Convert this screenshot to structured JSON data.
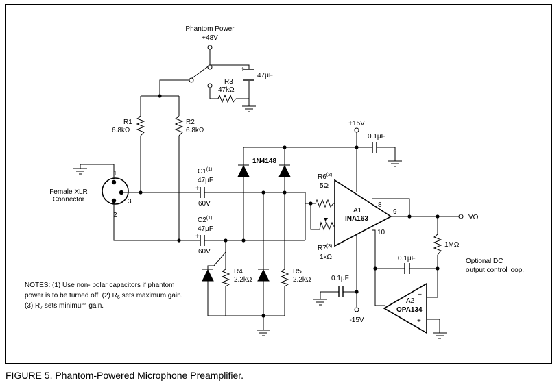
{
  "caption": "FIGURE 5. Phantom-Powered Microphone Preamplifier.",
  "phantom": {
    "title": "Phantom Power",
    "voltage": "+48V"
  },
  "r3": {
    "designator": "R3",
    "value": "47kΩ"
  },
  "c_phantom": {
    "value": "47μF",
    "polarity": "+"
  },
  "r1": {
    "designator": "R1",
    "value": "6.8kΩ"
  },
  "r2": {
    "designator": "R2",
    "value": "6.8kΩ"
  },
  "vpos": {
    "label": "+15V"
  },
  "vneg": {
    "label": "-15V"
  },
  "c_top": {
    "value": "0.1μF"
  },
  "c_neg": {
    "value": "0.1μF"
  },
  "c_fb": {
    "value": "0.1μF"
  },
  "diode_label": "1N4148",
  "xlr": {
    "line1": "Female XLR",
    "line2": "Connector",
    "pin1": "1",
    "pin2": "2",
    "pin3": "3"
  },
  "c1": {
    "designator": "C1",
    "note": "(1)",
    "value": "47μF",
    "voltage": "60V",
    "polarity": "+"
  },
  "c2": {
    "designator": "C2",
    "note": "(1)",
    "value": "47μF",
    "voltage": "60V",
    "polarity": "+"
  },
  "r6": {
    "designator": "R6",
    "note": "(2)",
    "value": "5Ω"
  },
  "r7": {
    "designator": "R7",
    "note": "(3)",
    "value": "1kΩ"
  },
  "r4": {
    "designator": "R4",
    "value": "2.2kΩ"
  },
  "r5": {
    "designator": "R5",
    "value": "2.2kΩ"
  },
  "a1": {
    "designator": "A1",
    "part": "INA163",
    "pin8": "8",
    "pin9": "9",
    "pin10": "10"
  },
  "a2": {
    "designator": "A2",
    "part": "OPA134",
    "minus": "–",
    "plus": "+"
  },
  "r_out": {
    "value": "1MΩ"
  },
  "vo": {
    "label": "VO"
  },
  "optional": {
    "line1": "Optional DC",
    "line2": "output control loop."
  },
  "notes": {
    "line1": "NOTES: (1) Use non- polar capacitors if phantom",
    "line2_pre": "power is to be turned off. (2) R",
    "line2_sub": "6",
    "line2_post": " sets maximum gain.",
    "line3_pre": "(3) R",
    "line3_sub": "7",
    "line3_post": " sets minimum gain."
  }
}
